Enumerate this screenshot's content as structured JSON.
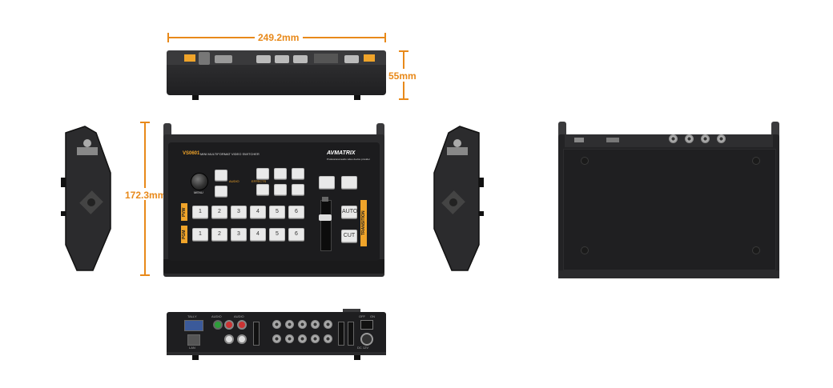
{
  "dimensions": {
    "width": "249.2mm",
    "height": "55mm",
    "depth": "172.3mm"
  },
  "front_panel": {
    "model": "VS0601",
    "subtitle": "MINI MULTIFORMAT VIDEO SWITCHER",
    "brand": "AVMATRIX",
    "brand_tagline": "Professional audio video device provider",
    "menu_label": "MENU",
    "audio_label": "AUDIO",
    "effects_label": "EFFECTS",
    "pvw_label": "PVW",
    "pgm_label": "PGM",
    "transition_label": "TRANSITION",
    "auto_label": "AUTO",
    "cut_label": "CUT",
    "pvw_keys": [
      "1",
      "2",
      "3",
      "4",
      "5",
      "6"
    ],
    "pgm_keys": [
      "1",
      "2",
      "3",
      "4",
      "5",
      "6"
    ]
  },
  "rear_panel": {
    "tally_label": "TALLY",
    "audio_in_label": "AUDIO",
    "audio_out_label": "AUDIO",
    "lan_label": "LAN",
    "off_label": "OFF",
    "on_label": "ON",
    "dc_label": "DC 12V"
  },
  "colors": {
    "accent": "#e8891a",
    "body": "#2a2a2c",
    "panel": "#1c1c1e",
    "key": "#e9e9e9",
    "tag": "#f0a42a"
  }
}
